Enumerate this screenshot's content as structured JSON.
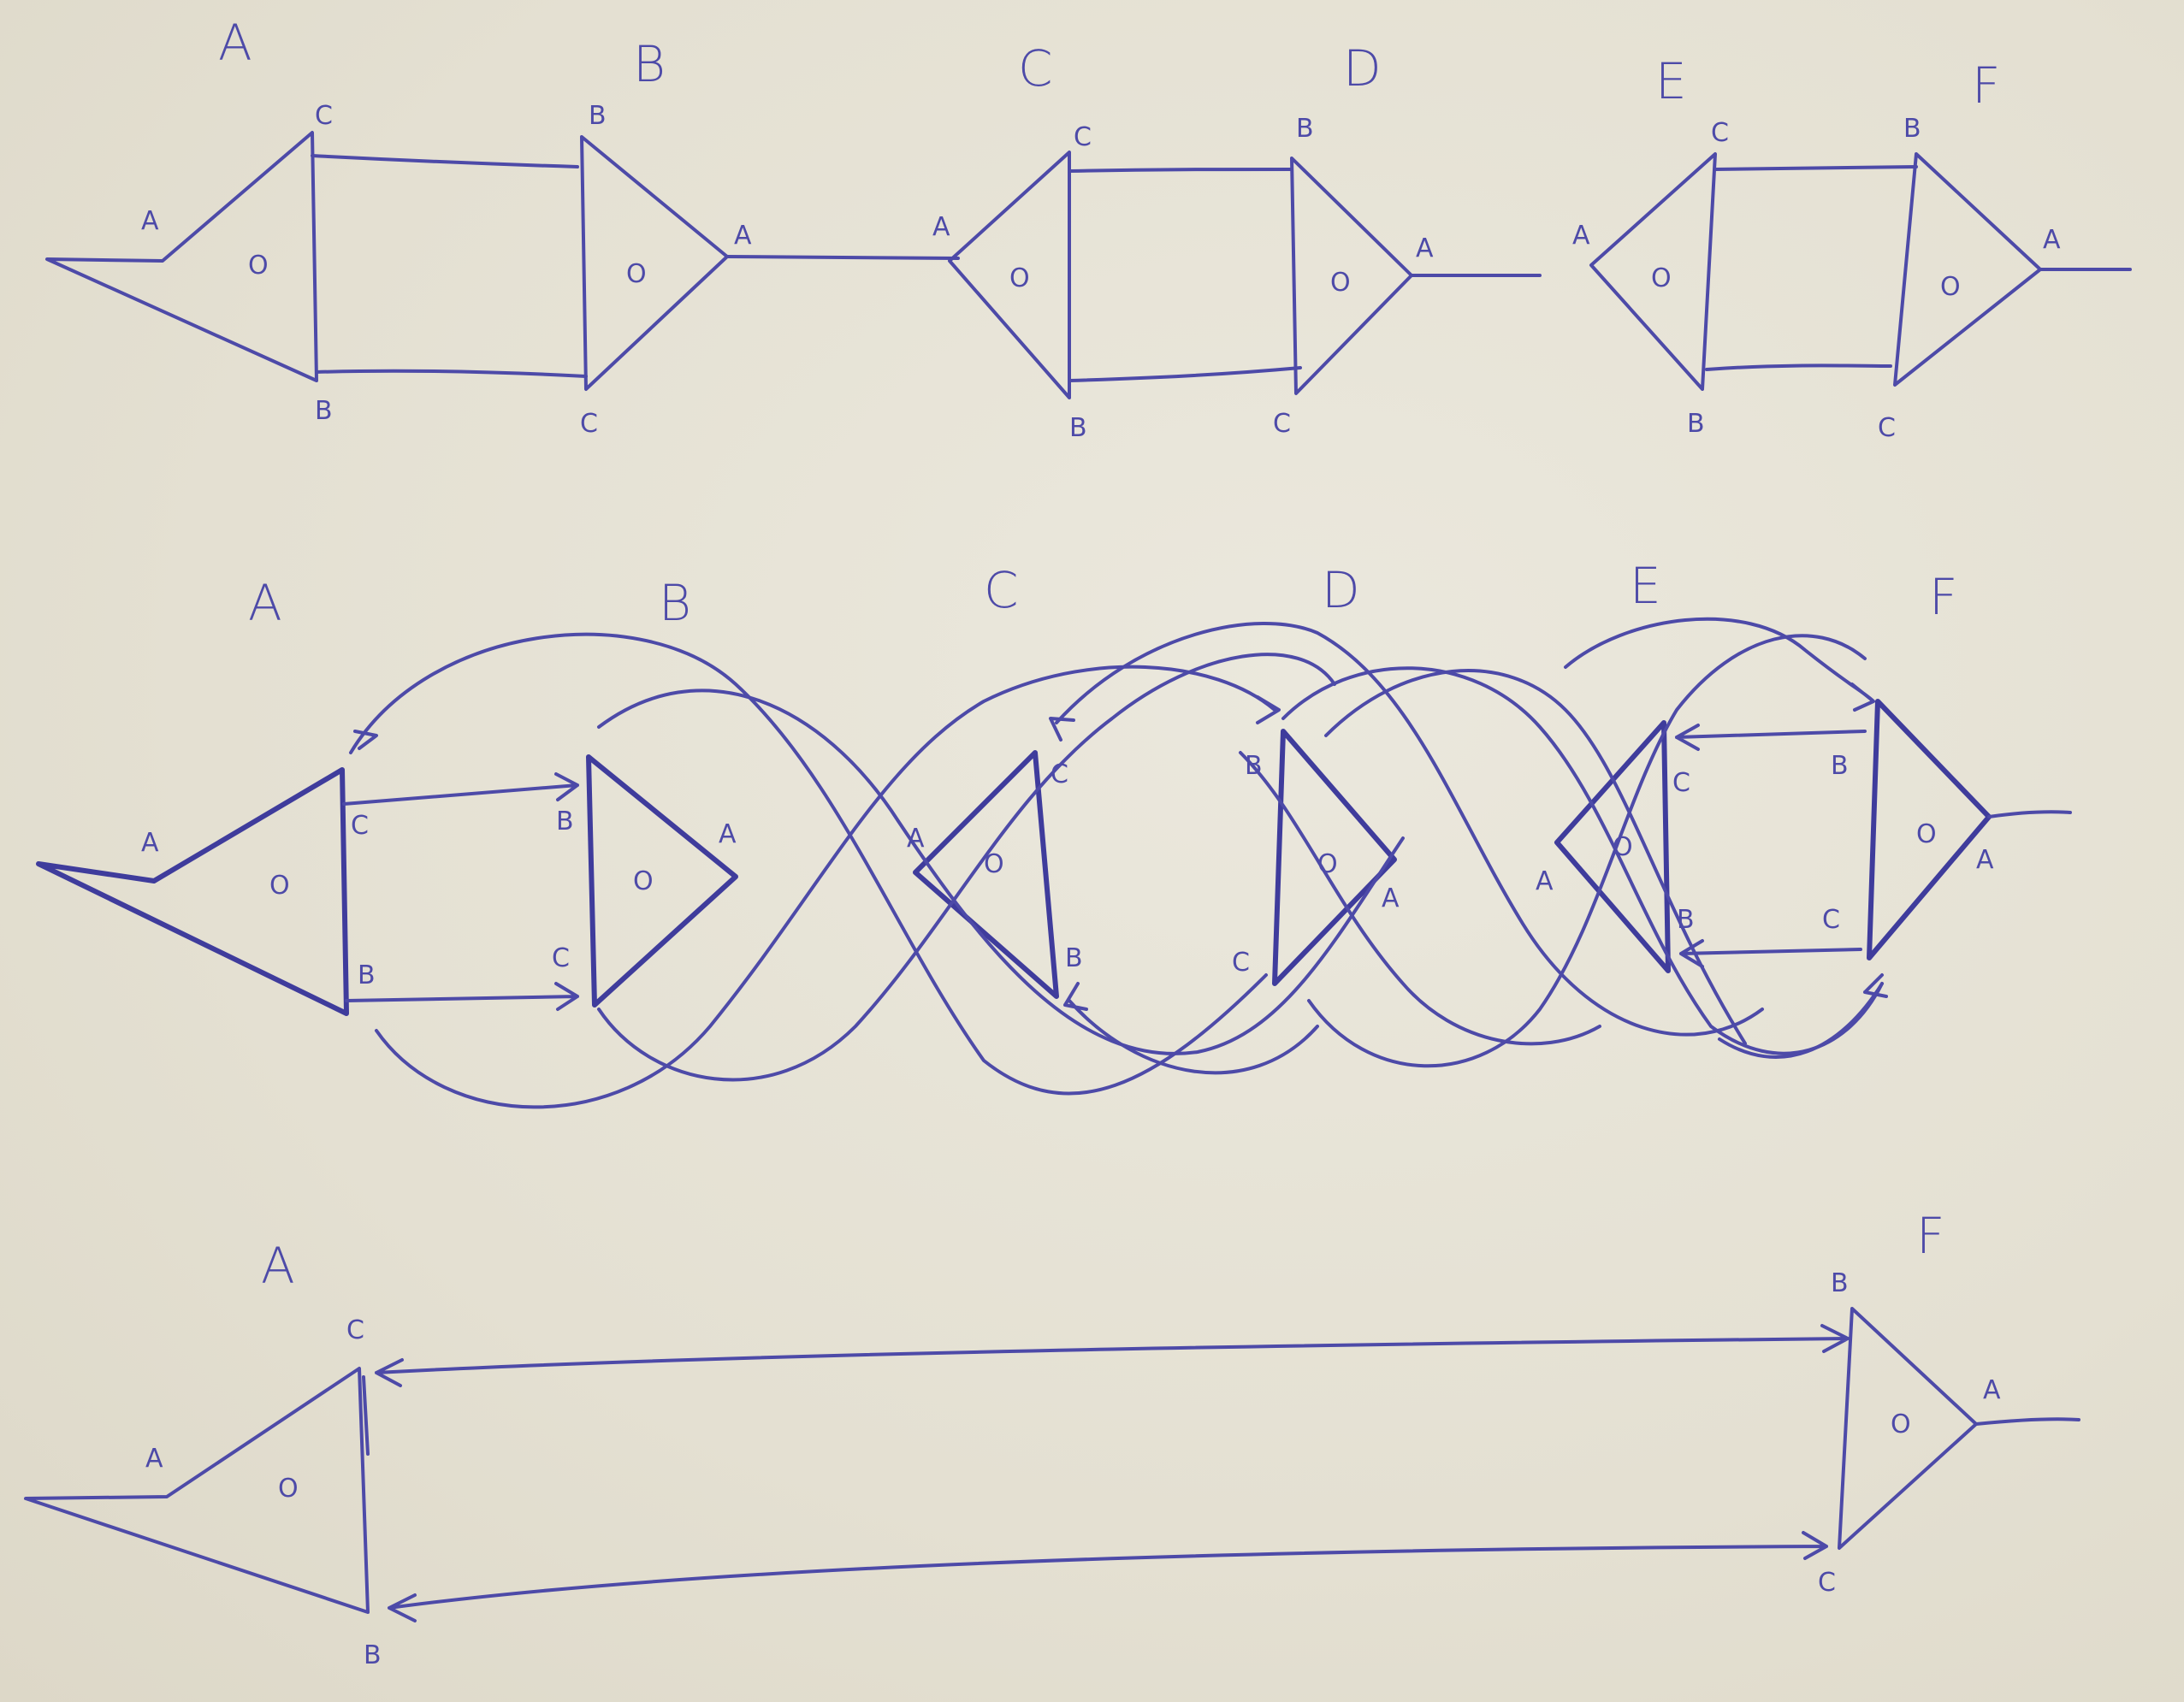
{
  "row1": {
    "node_labels": [
      "A",
      "B",
      "C",
      "D",
      "E",
      "F"
    ],
    "port_labels": {
      "a": "A",
      "b": "B",
      "c": "C"
    },
    "center_mark": "O"
  },
  "row2": {
    "node_labels": [
      "A",
      "B",
      "C",
      "D",
      "E",
      "F"
    ],
    "port_labels": {
      "a": "A",
      "b": "B",
      "c": "C"
    },
    "center_mark": "O"
  },
  "row3": {
    "node_labels": [
      "A",
      "F"
    ],
    "port_labels": {
      "a": "A",
      "b": "B",
      "c": "C"
    },
    "center_mark": "O"
  },
  "ink_color": "#4d4aa8",
  "paper_color": "#e7e3d6"
}
